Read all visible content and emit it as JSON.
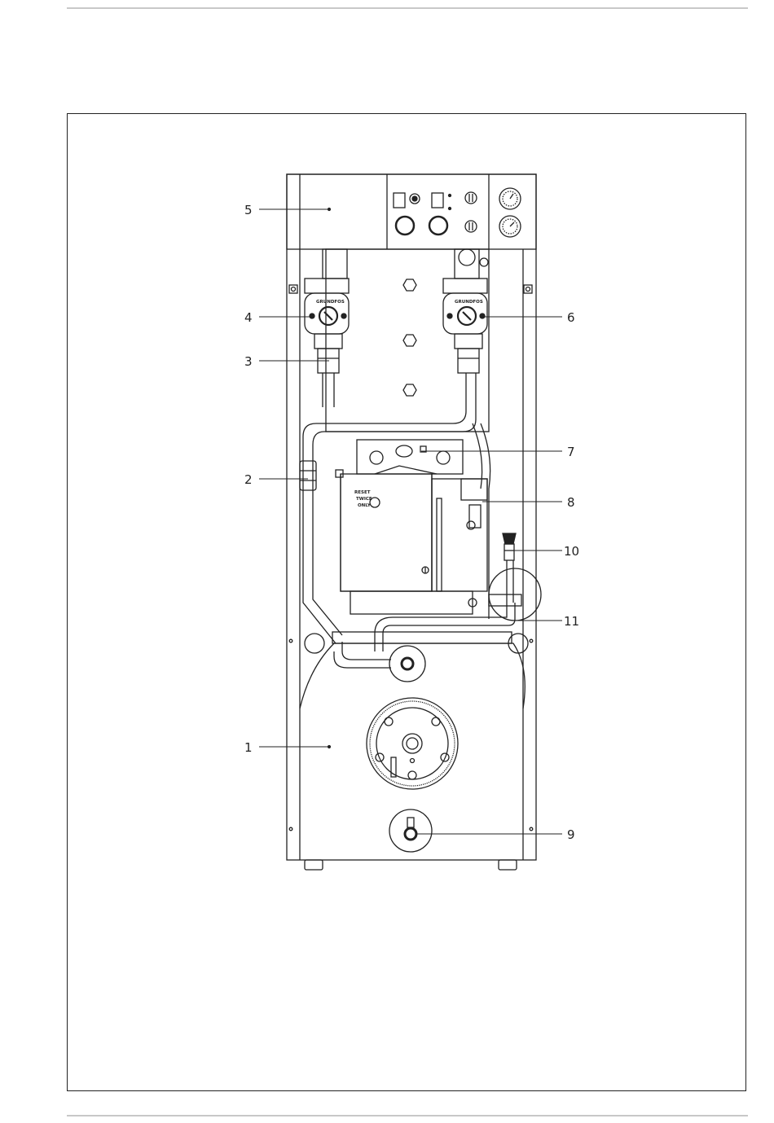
{
  "callouts": [
    "1",
    "2",
    "3",
    "4",
    "5",
    "6",
    "7",
    "8",
    "9",
    "10",
    "11"
  ],
  "burner": {
    "reset_line1": "RESET",
    "reset_line2": "TWICE",
    "reset_line3": "ONLY"
  },
  "pumps": {
    "left_brand": "GRUNDFOS",
    "right_brand": "GRUNDFOS"
  }
}
